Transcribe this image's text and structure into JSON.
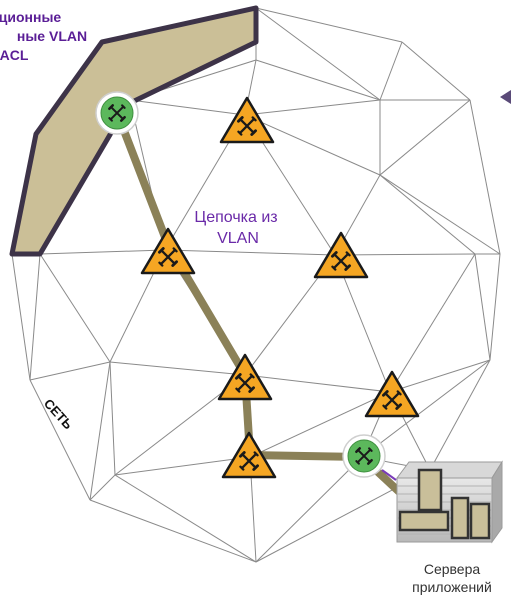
{
  "labels": {
    "corner_line1": "ционные",
    "corner_line2": "ные VLAN",
    "corner_line3": "ACL",
    "center_line1": "Цепочка из",
    "center_line2": "VLAN",
    "network": "СЕТЬ",
    "servers_line1": "Сервера",
    "servers_line2": "приложений"
  },
  "colors": {
    "mesh": "#8a8a8a",
    "path": "#8b8158",
    "region_fill": "#cbbf97",
    "region_stroke": "#3d3348",
    "warn_fill": "#f5a623",
    "tool_green": "#5cb85c",
    "label_purple": "#5a1e96",
    "center_purple": "#6a2aa8",
    "server_fill": "#c9bf9a"
  },
  "icons": {
    "warning": "warning-triangle-icon",
    "tool": "tools-icon",
    "arrow": "arrow-left-icon",
    "server": "server-rack-icon"
  }
}
